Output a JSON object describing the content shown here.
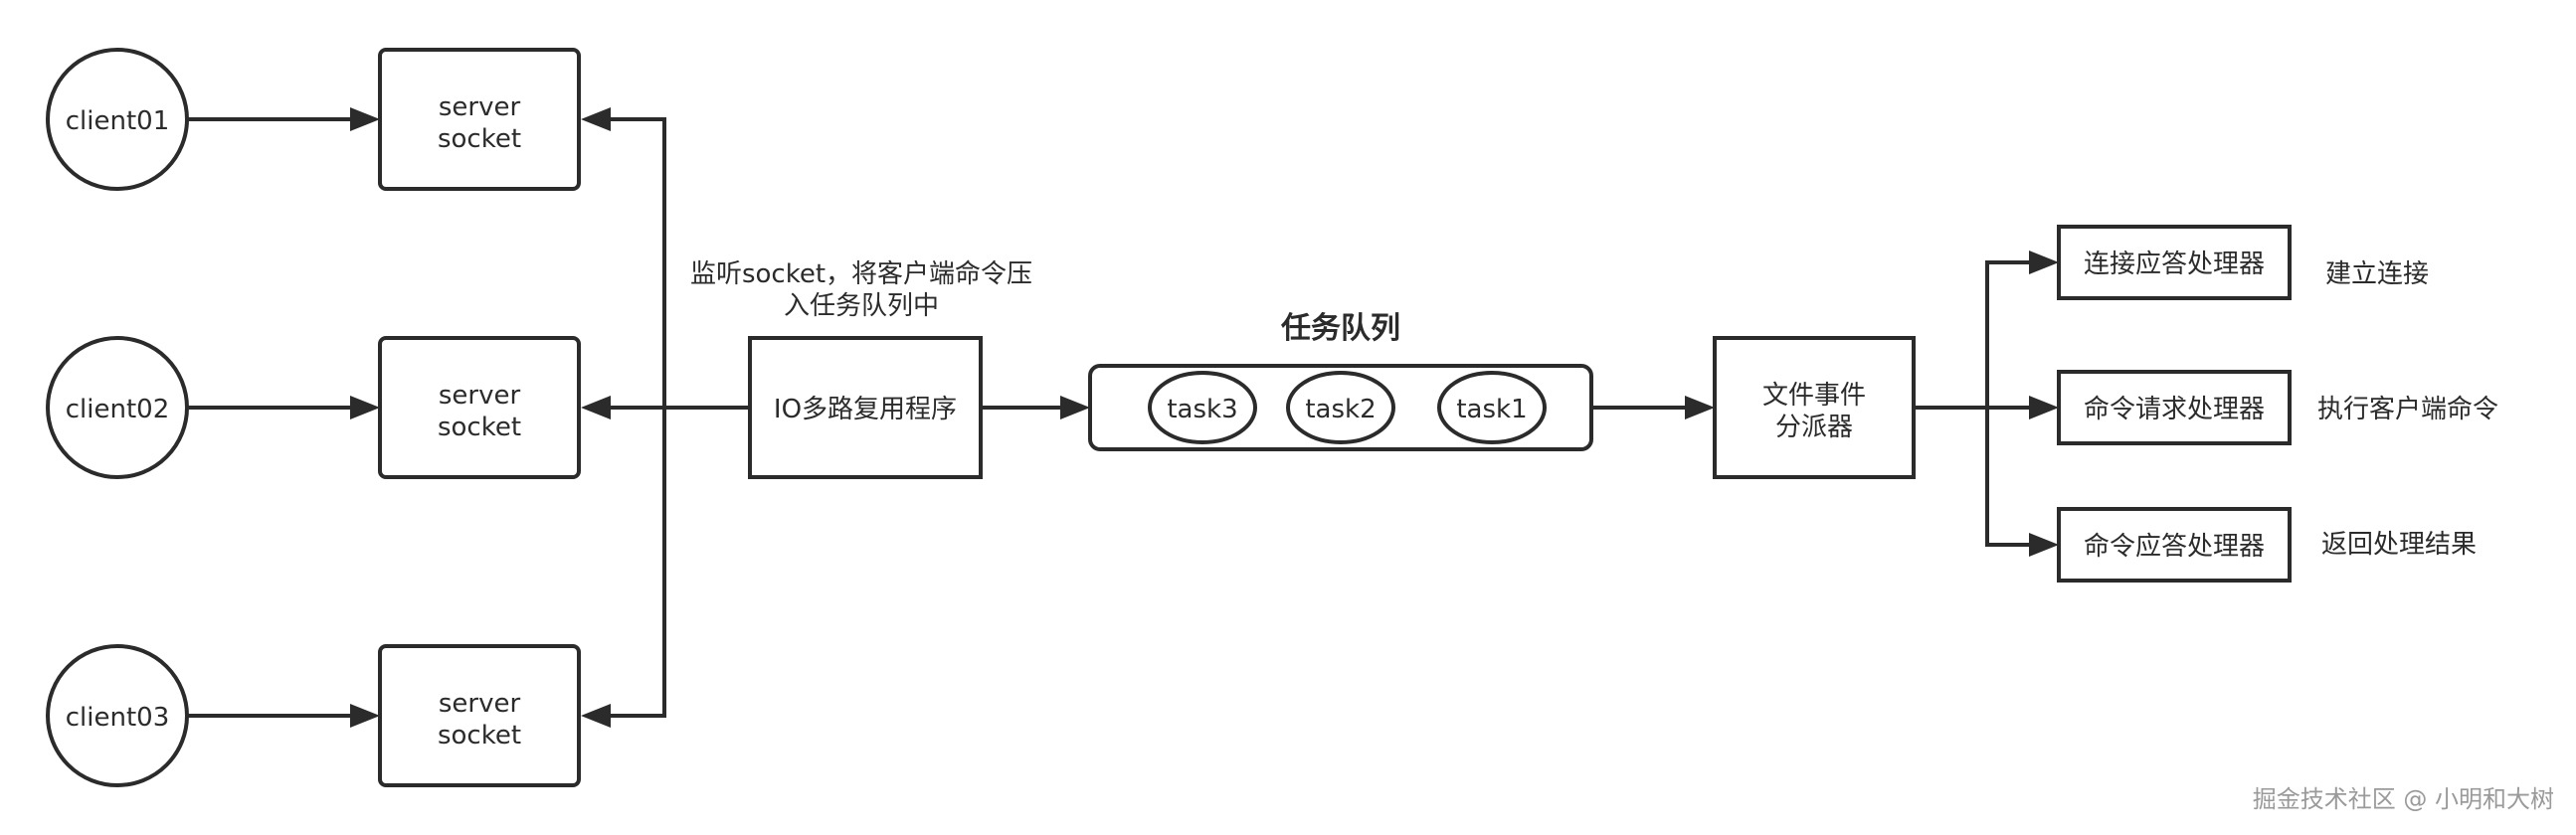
{
  "clients": [
    {
      "label": "client01"
    },
    {
      "label": "client02"
    },
    {
      "label": "client03"
    }
  ],
  "server_sockets": [
    {
      "line1": "server",
      "line2": "socket"
    },
    {
      "line1": "server",
      "line2": "socket"
    },
    {
      "line1": "server",
      "line2": "socket"
    }
  ],
  "io_annotation": {
    "line1": "监听socket，将客户端命令压",
    "line2": "入任务队列中"
  },
  "io_multiplexer": {
    "label": "IO多路复用程序"
  },
  "task_queue": {
    "title": "任务队列",
    "tasks": [
      {
        "label": "task3"
      },
      {
        "label": "task2"
      },
      {
        "label": "task1"
      }
    ]
  },
  "dispatcher": {
    "line1": "文件事件",
    "line2": "分派器"
  },
  "handlers": [
    {
      "label": "连接应答处理器",
      "note": "建立连接"
    },
    {
      "label": "命令请求处理器",
      "note": "执行客户端命令"
    },
    {
      "label": "命令应答处理器",
      "note": "返回处理结果"
    }
  ],
  "watermark": "掘金技术社区 @ 小明和大树"
}
